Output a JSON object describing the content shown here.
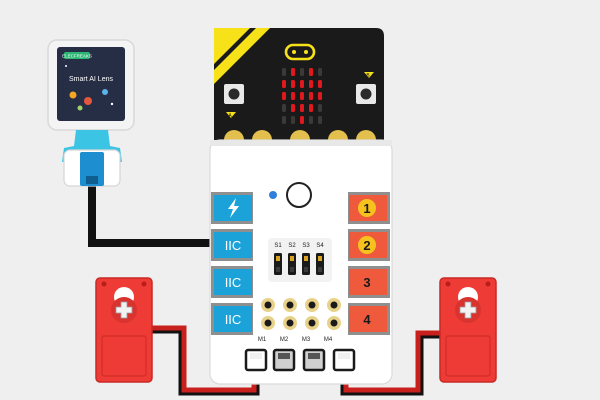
{
  "lens": {
    "brand": "ELECFREAKS",
    "title": "Smart AI Lens"
  },
  "microbit": {
    "button_a": "A",
    "button_b": "B",
    "led_matrix": [
      [
        0,
        1,
        0,
        1,
        0
      ],
      [
        1,
        1,
        1,
        1,
        1
      ],
      [
        1,
        1,
        1,
        1,
        1
      ],
      [
        0,
        1,
        1,
        1,
        0
      ],
      [
        0,
        0,
        1,
        0,
        0
      ]
    ]
  },
  "board": {
    "left_ports": [
      {
        "type": "power",
        "label": ""
      },
      {
        "type": "iic",
        "label": "IIC"
      },
      {
        "type": "iic",
        "label": "IIC"
      },
      {
        "type": "iic",
        "label": "IIC"
      }
    ],
    "right_ports": [
      "1",
      "2",
      "3",
      "4"
    ],
    "servo_labels": [
      "S1",
      "S2",
      "S3",
      "S4"
    ],
    "motor_labels": [
      "M1",
      "M2",
      "M3",
      "M4"
    ]
  },
  "colors": {
    "background": "#efefef",
    "port_blue": "#1ba3d9",
    "port_red": "#ef5a3c",
    "badge_yellow": "#f7c21d",
    "servo_red": "#ee3b36",
    "wire_red": "#c8201c",
    "led_red": "#e0191f",
    "microbit_black": "#1a1a1a",
    "gold": "#e3c04d"
  }
}
